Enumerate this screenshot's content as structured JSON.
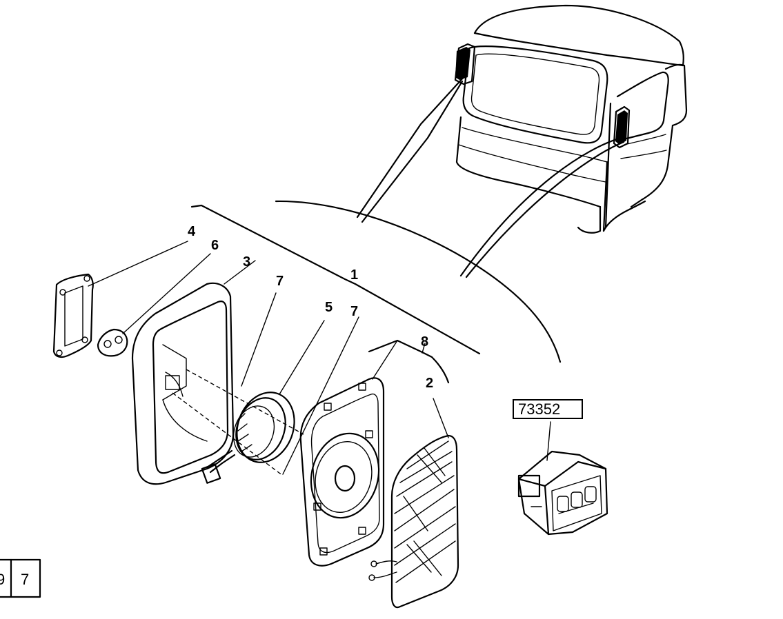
{
  "diagram": {
    "callouts": {
      "c1": "1",
      "c2": "2",
      "c3": "3",
      "c4": "4",
      "c5": "5",
      "c6": "6",
      "c7a": "7",
      "c7b": "7",
      "c8": "8"
    },
    "reference_box": "73352",
    "page_tab": {
      "left": "9",
      "right": "7"
    }
  }
}
